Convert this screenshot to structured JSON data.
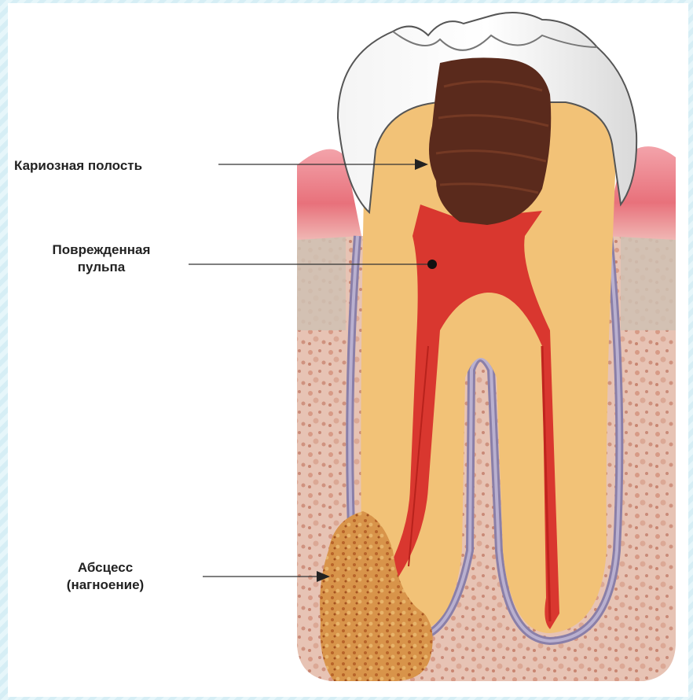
{
  "labels": {
    "caries_cavity": "Кариозная полость",
    "damaged_pulp_line1": "Поврежденная",
    "damaged_pulp_line2": "пульпа",
    "abscess_line1": "Абсцесс",
    "abscess_line2": "(нагноение)"
  }
}
